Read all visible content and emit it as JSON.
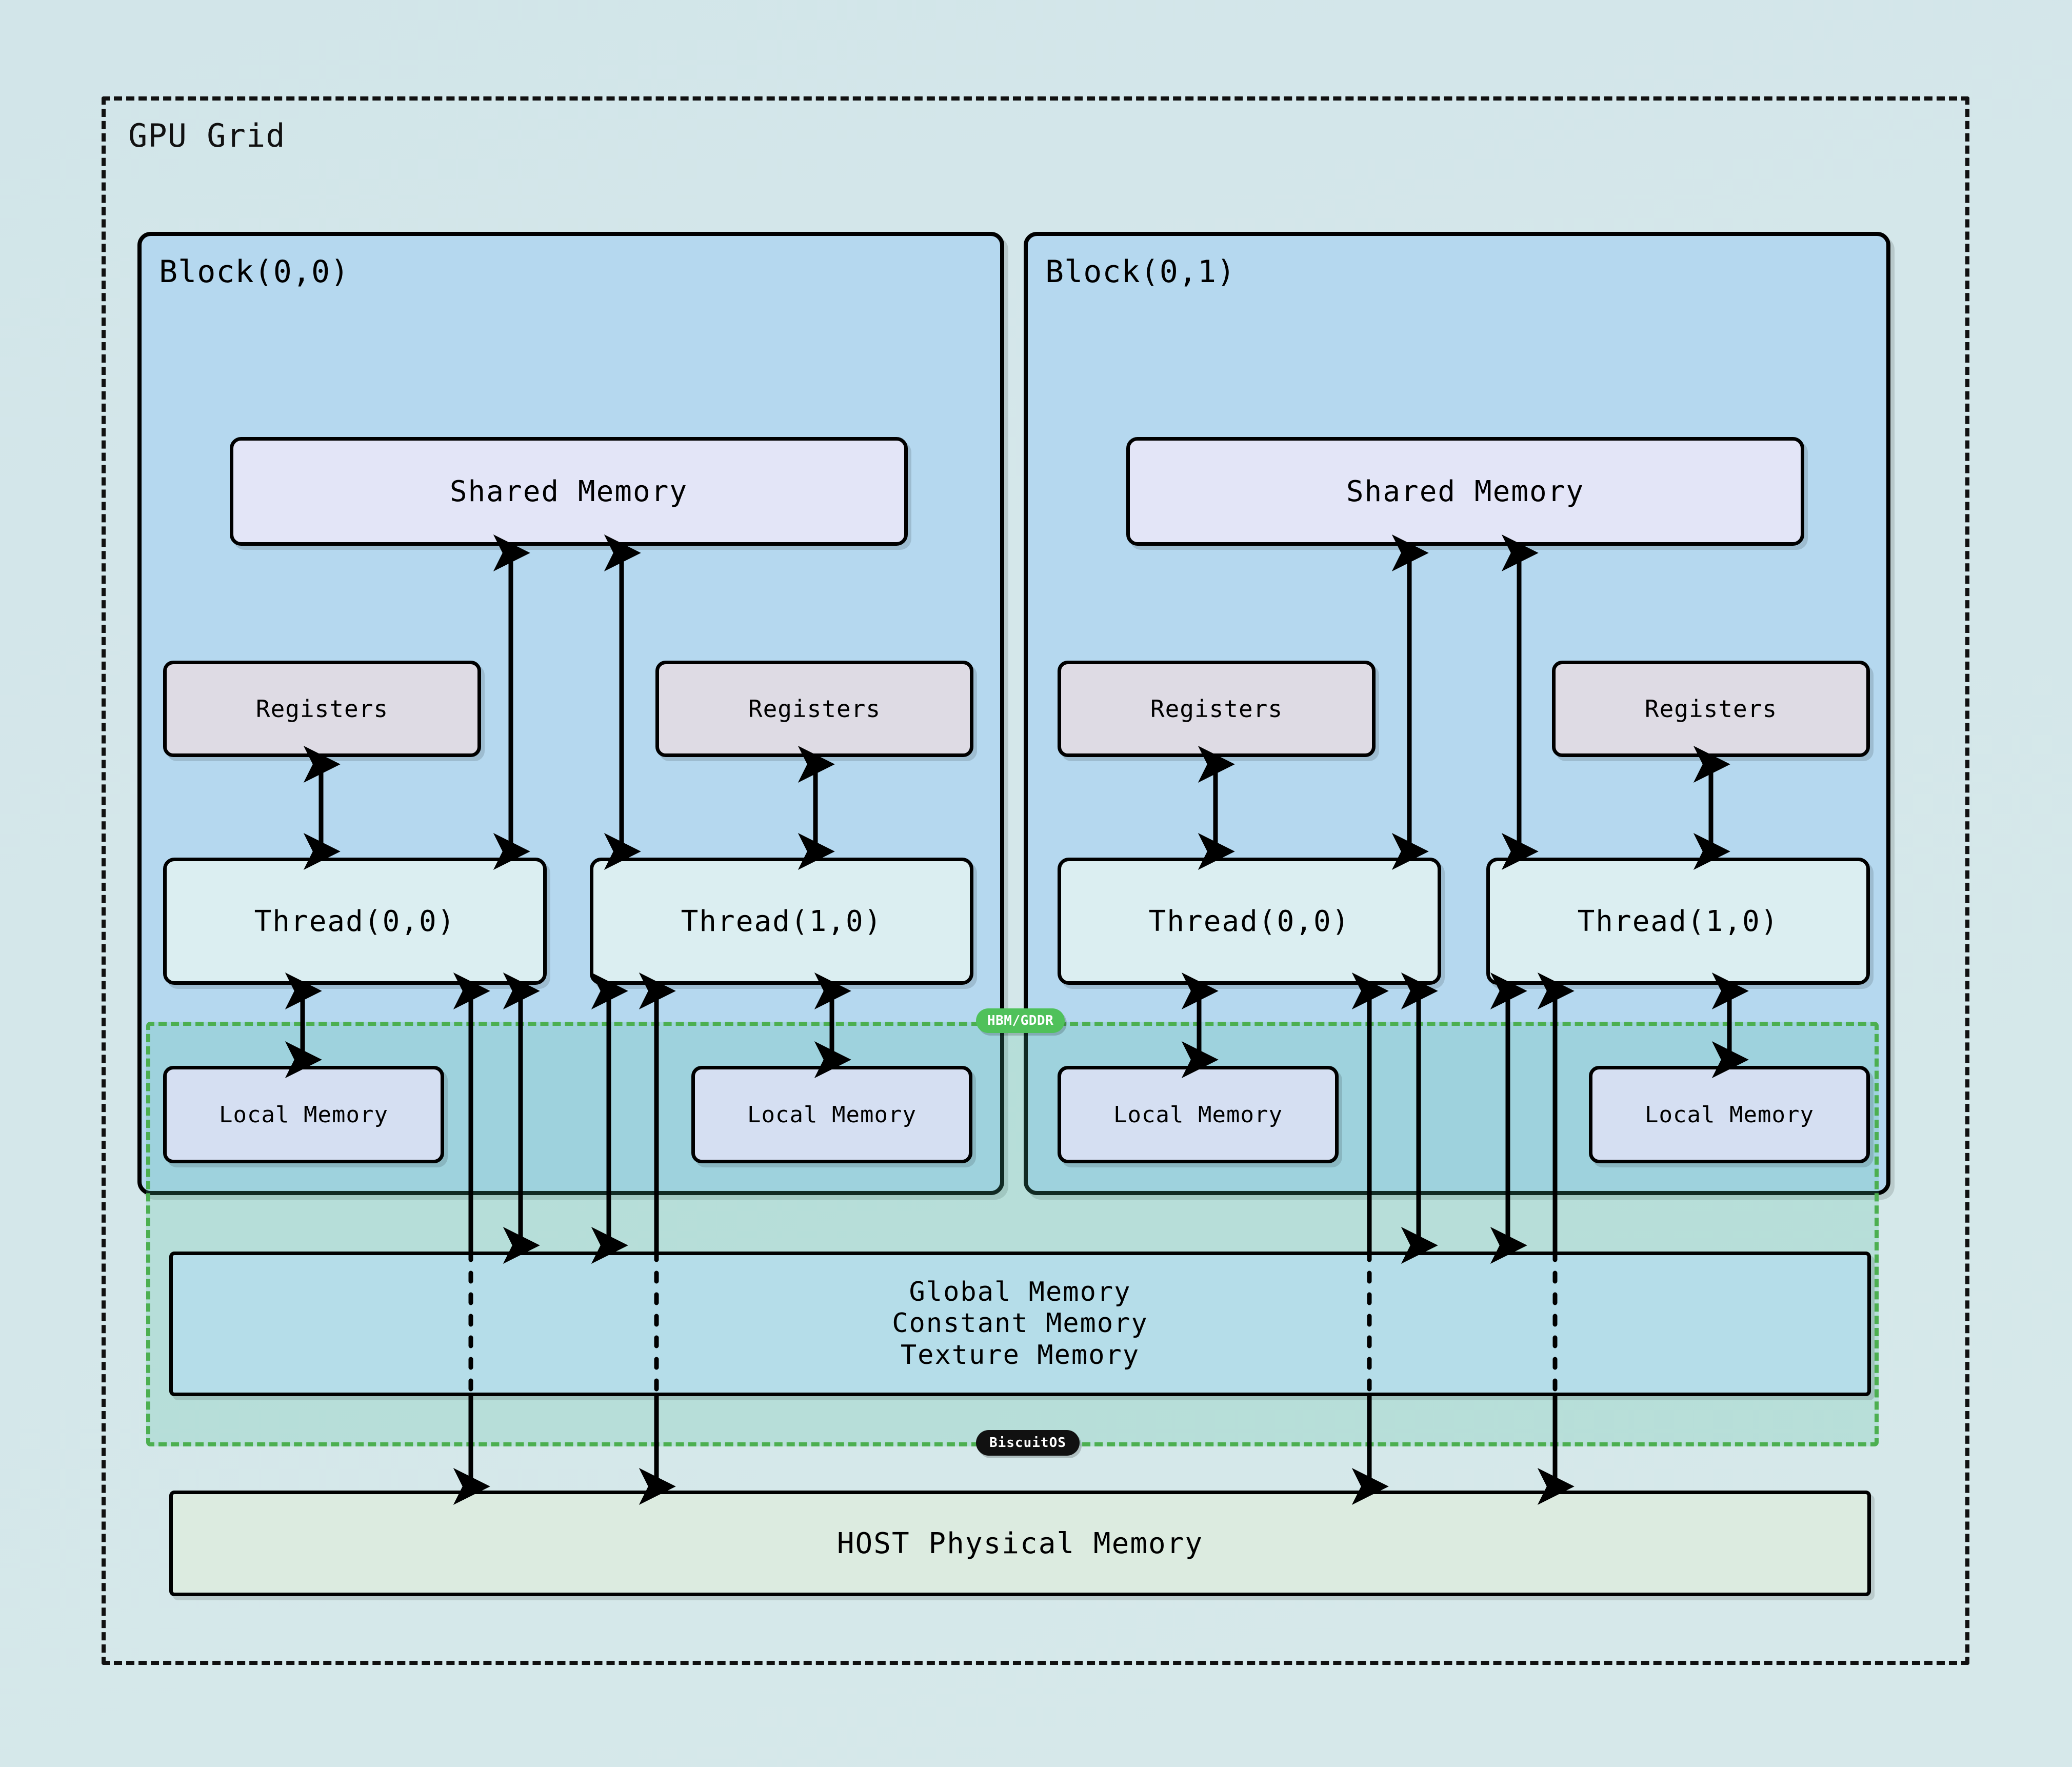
{
  "diagram": {
    "title": "GPU Grid",
    "background_color": "#d3e6e9"
  },
  "grid": {
    "label": "GPU Grid"
  },
  "blocks": [
    {
      "label": "Block(0,0)",
      "shared_memory": "Shared Memory",
      "threads": [
        {
          "label": "Thread(0,0)",
          "registers": "Registers",
          "local_memory": "Local Memory"
        },
        {
          "label": "Thread(1,0)",
          "registers": "Registers",
          "local_memory": "Local Memory"
        }
      ]
    },
    {
      "label": "Block(0,1)",
      "shared_memory": "Shared Memory",
      "threads": [
        {
          "label": "Thread(0,0)",
          "registers": "Registers",
          "local_memory": "Local Memory"
        },
        {
          "label": "Thread(1,0)",
          "registers": "Registers",
          "local_memory": "Local Memory"
        }
      ]
    }
  ],
  "device_memory": {
    "line1": "Global Memory",
    "line2": "Constant Memory",
    "line3": "Texture Memory"
  },
  "host_memory": {
    "label": "HOST Physical Memory"
  },
  "regions": {
    "hbm": {
      "label": "HBM/GDDR",
      "color": "#4fc15a",
      "border_color": "#4caf50"
    },
    "watermark": {
      "label": "BiscuitOS",
      "color": "#111111"
    }
  },
  "colors": {
    "page_background": "#d3e6e9",
    "block_fill": "#b5d8ef",
    "shared_memory_fill": "#e3e5f7",
    "registers_fill": "#dedbe4",
    "thread_fill": "#dbeef1",
    "local_memory_fill": "#d5dff2",
    "global_memory_fill": "#b5dde9",
    "host_memory_fill": "#dcebe0",
    "stroke": "#000000",
    "hbm_green": "#4caf50"
  }
}
